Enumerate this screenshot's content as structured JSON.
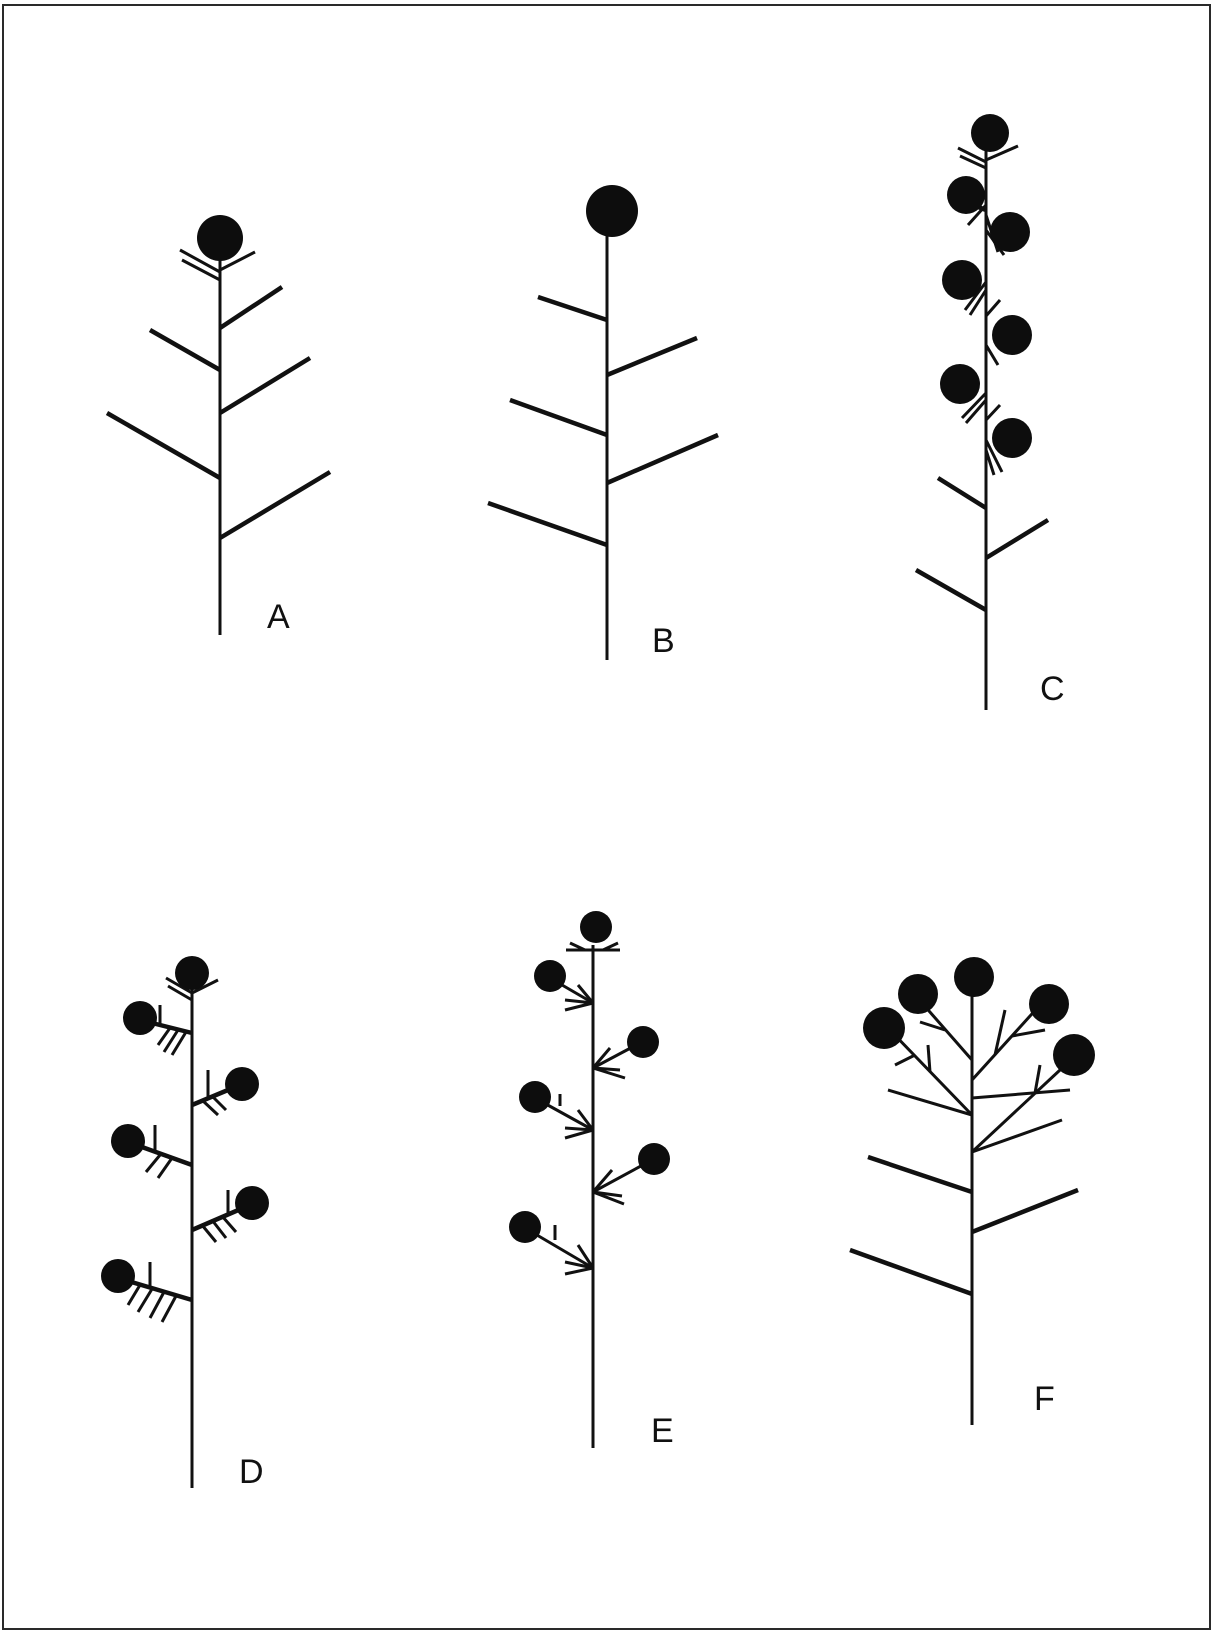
{
  "panels": [
    {
      "id": "A",
      "label": "A"
    },
    {
      "id": "B",
      "label": "B"
    },
    {
      "id": "C",
      "label": "C"
    },
    {
      "id": "D",
      "label": "D"
    },
    {
      "id": "E",
      "label": "E"
    },
    {
      "id": "F",
      "label": "F"
    }
  ],
  "colors": {
    "ink": "#111111",
    "flower": "#0d0d0d",
    "background": "#ffffff",
    "border": "#2a2a2a"
  }
}
